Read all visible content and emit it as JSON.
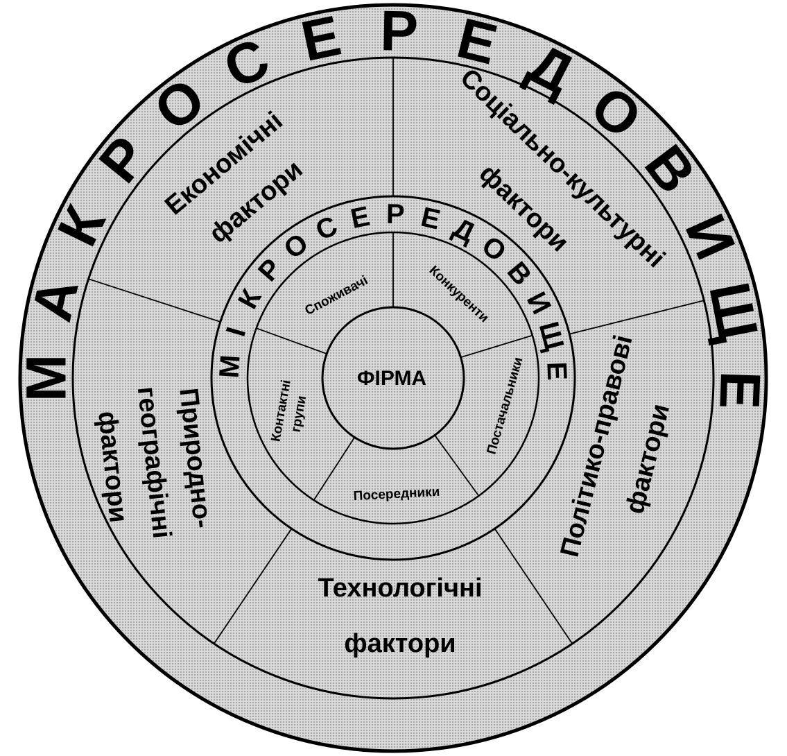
{
  "outer_ring": {
    "title": "МАКРОСЕРЕДОВИЩЕ"
  },
  "macro_factors": [
    {
      "id": "economic",
      "lines": [
        "Економічні",
        "фактори"
      ]
    },
    {
      "id": "social-cultural",
      "lines": [
        "Соціально-культурні",
        "фактори"
      ]
    },
    {
      "id": "political-legal",
      "lines": [
        "Політико-правові",
        "фактори"
      ]
    },
    {
      "id": "technological",
      "lines": [
        "Технологічні",
        "фактори"
      ]
    },
    {
      "id": "natural-geographic",
      "lines": [
        "Природно-",
        "географічні",
        "фактори"
      ]
    }
  ],
  "middle_ring": {
    "title": "МІКРОСЕРЕДОВИЩЕ"
  },
  "micro_factors": [
    {
      "id": "consumers",
      "lines": [
        "Споживачі"
      ]
    },
    {
      "id": "competitors",
      "lines": [
        "Конкуренти"
      ]
    },
    {
      "id": "suppliers",
      "lines": [
        "Постачальники"
      ]
    },
    {
      "id": "intermediaries",
      "lines": [
        "Посередники"
      ]
    },
    {
      "id": "contact-groups",
      "lines": [
        "Контактні",
        "групи"
      ]
    }
  ],
  "core": {
    "label": "ФІРМА"
  },
  "colors": {
    "ring_fill": "#cfcfcf",
    "line": "#000000",
    "background": "#ffffff"
  }
}
